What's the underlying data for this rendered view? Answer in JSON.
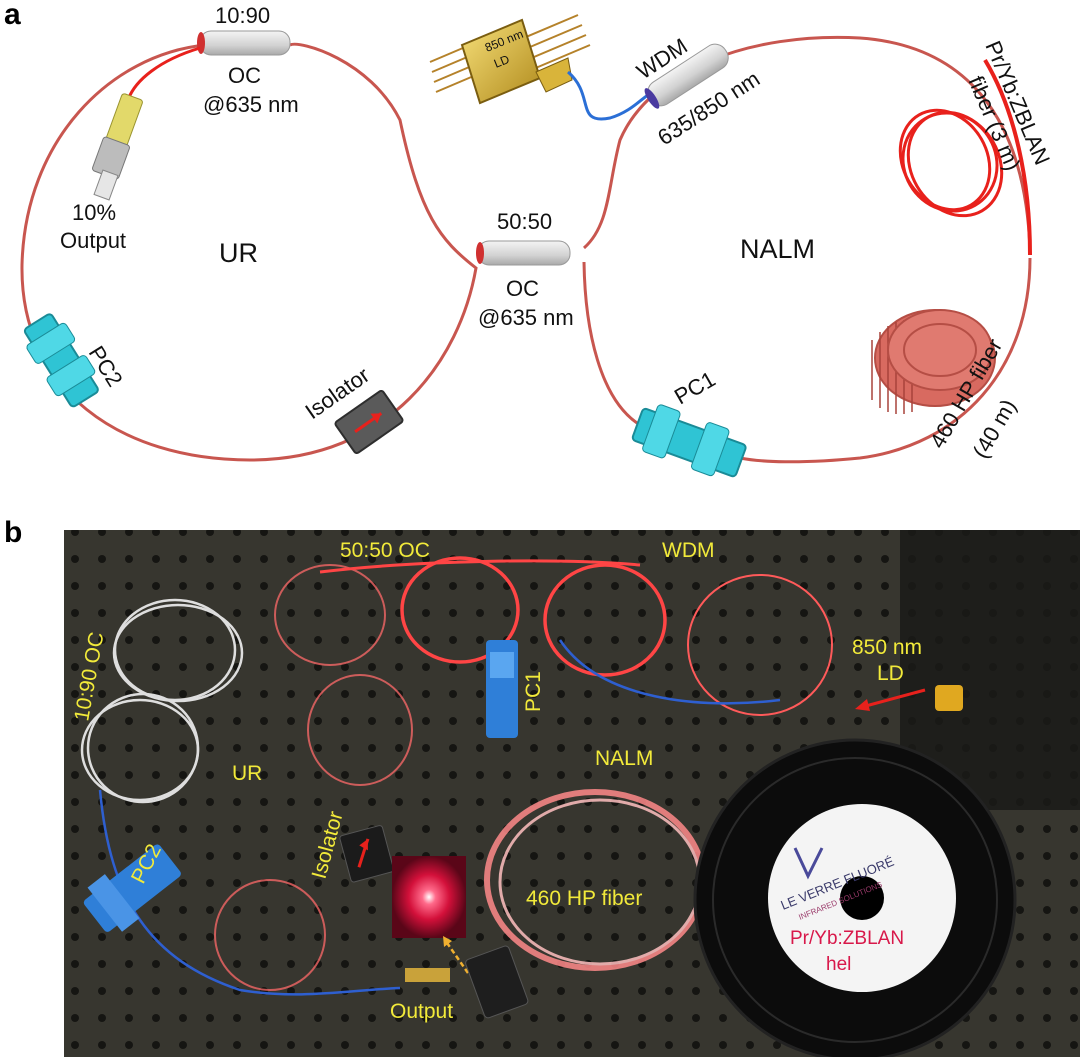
{
  "panel_a": {
    "letter": "a",
    "oc_top": {
      "ratio": "10:90",
      "name": "OC",
      "wavelength": "@635 nm"
    },
    "output": {
      "percent": "10%",
      "label": "Output"
    },
    "ur": "UR",
    "pc2": "PC2",
    "isolator": "Isolator",
    "oc_center": {
      "ratio": "50:50",
      "name": "OC",
      "wavelength": "@635 nm"
    },
    "ld": {
      "line1": "850 nm",
      "line2": "LD"
    },
    "wdm": {
      "name": "WDM",
      "wavelengths": "635/850 nm"
    },
    "nalm": "NALM",
    "gain_fiber": {
      "line1": "Pr/Yb:ZBLAN",
      "line2": "fiber (3 m)"
    },
    "pc1": "PC1",
    "hp_fiber": {
      "line1": "460 HP fiber",
      "line2": "(40 m)"
    },
    "colors": {
      "fiber": "#c8564f",
      "gain_fiber": "#e8211c",
      "coupler": "#dcdcdc",
      "pc": "#2fc4d4",
      "pump_fiber": "#2b6fd6"
    }
  },
  "panel_b": {
    "letter": "b",
    "oc_5050": "50:50 OC",
    "wdm": "WDM",
    "oc_1090": "10:90 OC",
    "ld": {
      "line1": "850 nm",
      "line2": "LD"
    },
    "pc1": "PC1",
    "ur": "UR",
    "nalm": "NALM",
    "pc2": "PC2",
    "isolator": "Isolator",
    "hp_fiber": "460 HP fiber",
    "output": "Output",
    "spool": {
      "brand": "LE VERRE FLUORÉ",
      "tagline": "INFRARED SOLUTIONS",
      "line1": "Pr/Yb:ZBLAN",
      "line2": "hel"
    },
    "colors": {
      "table": "#35342f",
      "label": "#f2ea3a",
      "glow": "#ff3b3b",
      "spool_label": "#d8184a"
    }
  }
}
